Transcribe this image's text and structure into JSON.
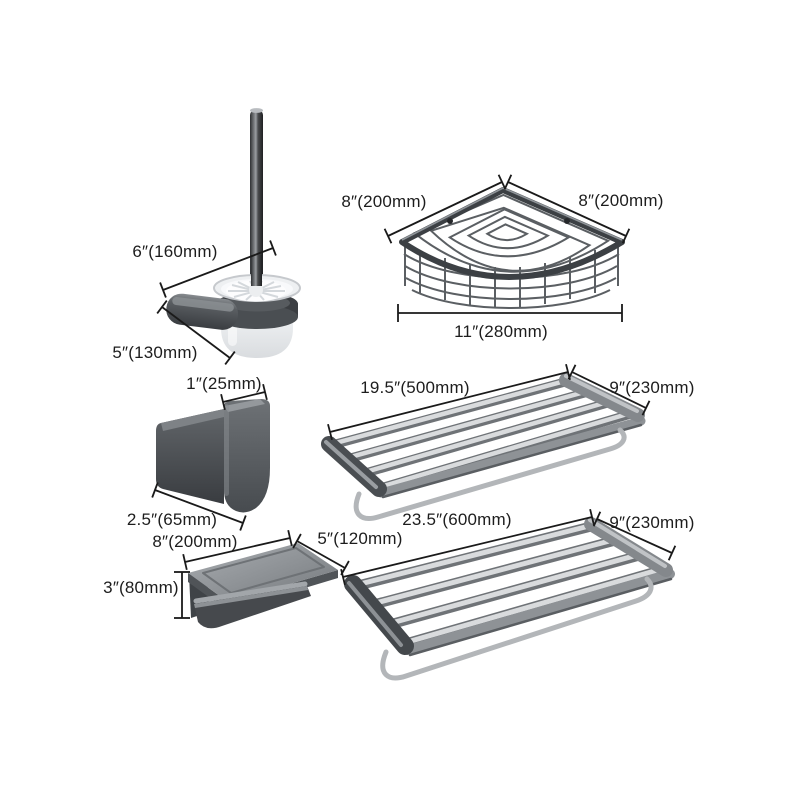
{
  "diagram": {
    "background": "#ffffff",
    "line_color": "#1a1a1a",
    "text_color": "#1d1d1d",
    "metal_color": "#54585c",
    "products": {
      "toilet_brush_holder": {
        "dims": {
          "reach": "6″(160mm)",
          "base_width": "5″(130mm)"
        }
      },
      "corner_basket": {
        "dims": {
          "side_left": "8″(200mm)",
          "side_right": "8″(200mm)",
          "front_width": "11″(280mm)"
        }
      },
      "robe_hook": {
        "dims": {
          "depth": "1″(25mm)",
          "width": "2.5″(65mm)"
        }
      },
      "towel_rack_small": {
        "dims": {
          "length": "19.5″(500mm)",
          "depth": "9″(230mm)"
        }
      },
      "paper_holder": {
        "dims": {
          "width": "8″(200mm)",
          "depth": "5″(120mm)",
          "height": "3″(80mm)"
        }
      },
      "towel_rack_large": {
        "dims": {
          "length": "23.5″(600mm)",
          "depth": "9″(230mm)"
        }
      }
    }
  }
}
